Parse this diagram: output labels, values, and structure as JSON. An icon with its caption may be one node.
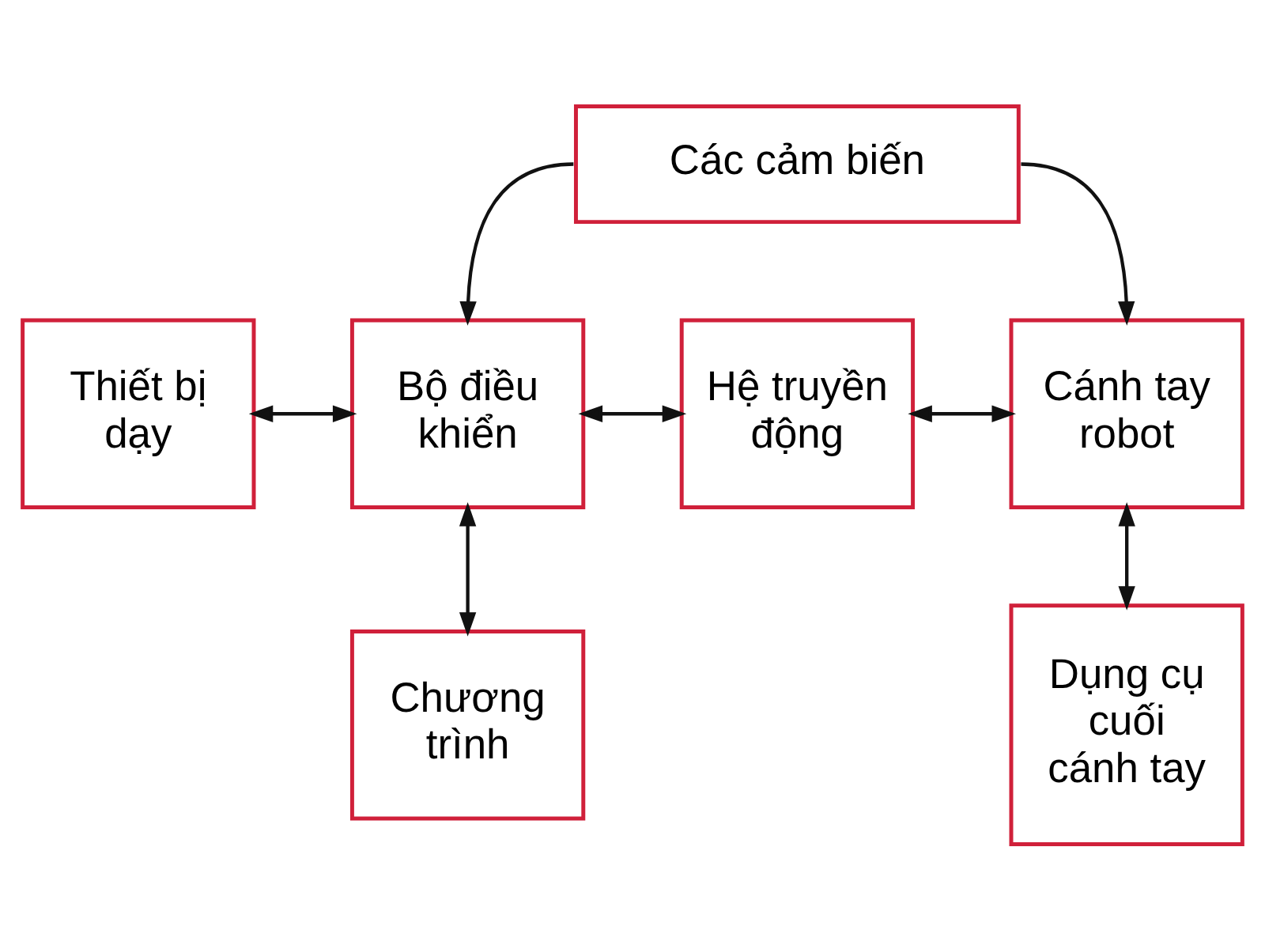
{
  "diagram": {
    "nodes": [
      {
        "text": [
          "Các cảm biến"
        ]
      },
      {
        "text": [
          "Thiết bị dạy"
        ]
      },
      {
        "text": [
          "Bộ điều khiển"
        ]
      },
      {
        "text": [
          "Hệ truyền động"
        ]
      },
      {
        "text": [
          "Cánh tay robot"
        ]
      },
      {
        "text": [
          "Chương trình"
        ]
      },
      {
        "text": [
          "Dụng cụ cuối cánh tay"
        ]
      }
    ],
    "edges": [
      {
        "from": 0,
        "to": 2,
        "arrow": "to"
      },
      {
        "from": 0,
        "to": 4,
        "arrow": "to"
      },
      {
        "from": 1,
        "to": 2,
        "arrow": "both"
      },
      {
        "from": 2,
        "to": 3,
        "arrow": "both"
      },
      {
        "from": 3,
        "to": 4,
        "arrow": "both"
      },
      {
        "from": 2,
        "to": 5,
        "arrow": "both"
      },
      {
        "from": 4,
        "to": 6,
        "arrow": "both"
      }
    ]
  }
}
